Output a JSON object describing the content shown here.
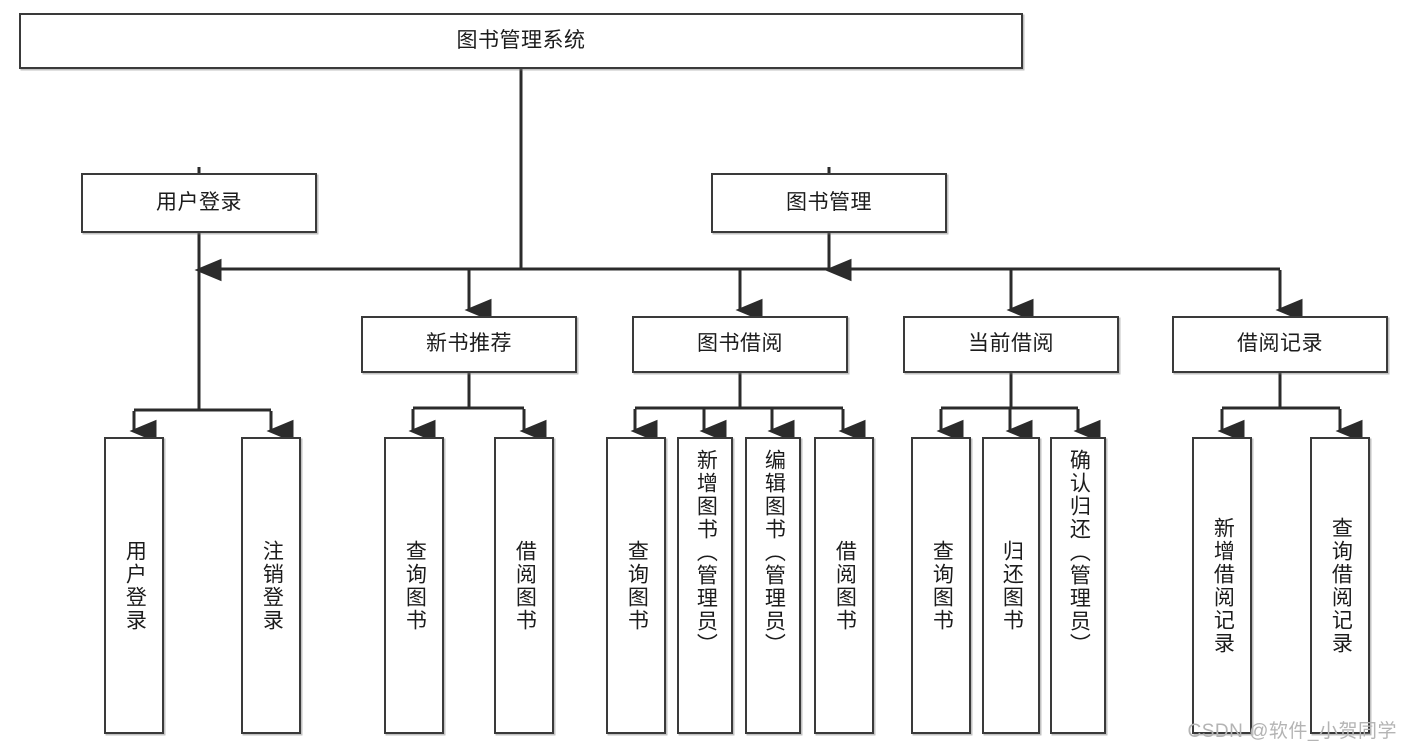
{
  "diagram": {
    "type": "tree",
    "title": "图书管理系统",
    "orientation": "top-down",
    "colors": {
      "node_border": "#3a3a3a",
      "node_fill": "#ffffff",
      "edge": "#2b2b2b",
      "text": "#1c1c1c",
      "watermark": "#b4b4b4"
    },
    "nodes": {
      "root": {
        "label": "图书管理系统"
      },
      "level2": [
        {
          "id": "user-login",
          "label": "用户登录"
        },
        {
          "id": "book-management",
          "label": "图书管理"
        }
      ],
      "level3": [
        {
          "id": "new-book-recommend",
          "label": "新书推荐"
        },
        {
          "id": "book-borrow",
          "label": "图书借阅"
        },
        {
          "id": "current-borrow",
          "label": "当前借阅"
        },
        {
          "id": "borrow-record",
          "label": "借阅记录"
        }
      ],
      "leaves": [
        {
          "id": "leaf-user-login",
          "label": "用户登录",
          "parent": "user-login"
        },
        {
          "id": "leaf-logout-login",
          "label": "注销登录",
          "parent": "user-login"
        },
        {
          "id": "leaf-query-book-1",
          "label": "查询图书",
          "parent": "new-book-recommend"
        },
        {
          "id": "leaf-borrow-book-1",
          "label": "借阅图书",
          "parent": "new-book-recommend"
        },
        {
          "id": "leaf-query-book-2",
          "label": "查询图书",
          "parent": "book-borrow"
        },
        {
          "id": "leaf-add-book",
          "label": "新增图书（管理员）",
          "parent": "book-borrow"
        },
        {
          "id": "leaf-edit-book",
          "label": "编辑图书（管理员）",
          "parent": "book-borrow"
        },
        {
          "id": "leaf-borrow-book-2",
          "label": "借阅图书",
          "parent": "book-borrow"
        },
        {
          "id": "leaf-query-book-3",
          "label": "查询图书",
          "parent": "current-borrow"
        },
        {
          "id": "leaf-return-book",
          "label": "归还图书",
          "parent": "current-borrow"
        },
        {
          "id": "leaf-confirm-return",
          "label": "确认归还（管理员）",
          "parent": "current-borrow"
        },
        {
          "id": "leaf-add-record",
          "label": "新增借阅记录",
          "parent": "borrow-record"
        },
        {
          "id": "leaf-query-record",
          "label": "查询借阅记录",
          "parent": "borrow-record"
        }
      ]
    },
    "watermark": "CSDN @软件_小贺同学"
  }
}
